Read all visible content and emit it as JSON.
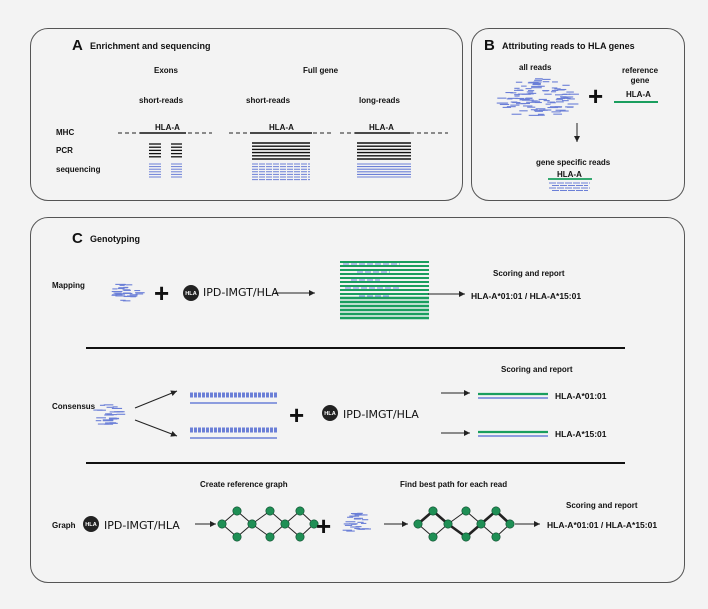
{
  "panel_a": {
    "letter": "A",
    "title": "Enrichment and sequencing",
    "exons_label": "Exons",
    "full_gene_label": "Full gene",
    "short_reads_1": "short-reads",
    "short_reads_2": "short-reads",
    "long_reads": "long-reads",
    "row_mhc": "MHC",
    "row_pcr": "PCR",
    "row_sequencing": "sequencing",
    "gene_1": "HLA-A",
    "gene_2": "HLA-A",
    "gene_3": "HLA-A"
  },
  "panel_b": {
    "letter": "B",
    "title": "Attributing reads to HLA genes",
    "all_reads": "all reads",
    "reference_gene": "reference\ngene",
    "ref_gene_name": "HLA-A",
    "gene_specific": "gene specific reads",
    "specific_gene_name": "HLA-A"
  },
  "panel_c": {
    "letter": "C",
    "title": "Genotyping",
    "mapping": {
      "label": "Mapping",
      "db": "IPD-IMGT/HLA",
      "scoring": "Scoring and report",
      "result": "HLA-A*01:01 / HLA-A*15:01"
    },
    "consensus": {
      "label": "Consensus",
      "db": "IPD-IMGT/HLA",
      "scoring": "Scoring and report",
      "result_1": "HLA-A*01:01",
      "result_2": "HLA-A*15:01"
    },
    "graph": {
      "label": "Graph",
      "db": "IPD-IMGT/HLA",
      "create_ref": "Create reference graph",
      "best_path": "Find best path for each read",
      "scoring": "Scoring and report",
      "result": "HLA-A*01:01 / HLA-A*15:01"
    },
    "logo_text": "HLA"
  },
  "colors": {
    "read_blue": "#6b7fd7",
    "green": "#1a9e5e",
    "node_green": "#1f8f55",
    "black": "#111111"
  }
}
